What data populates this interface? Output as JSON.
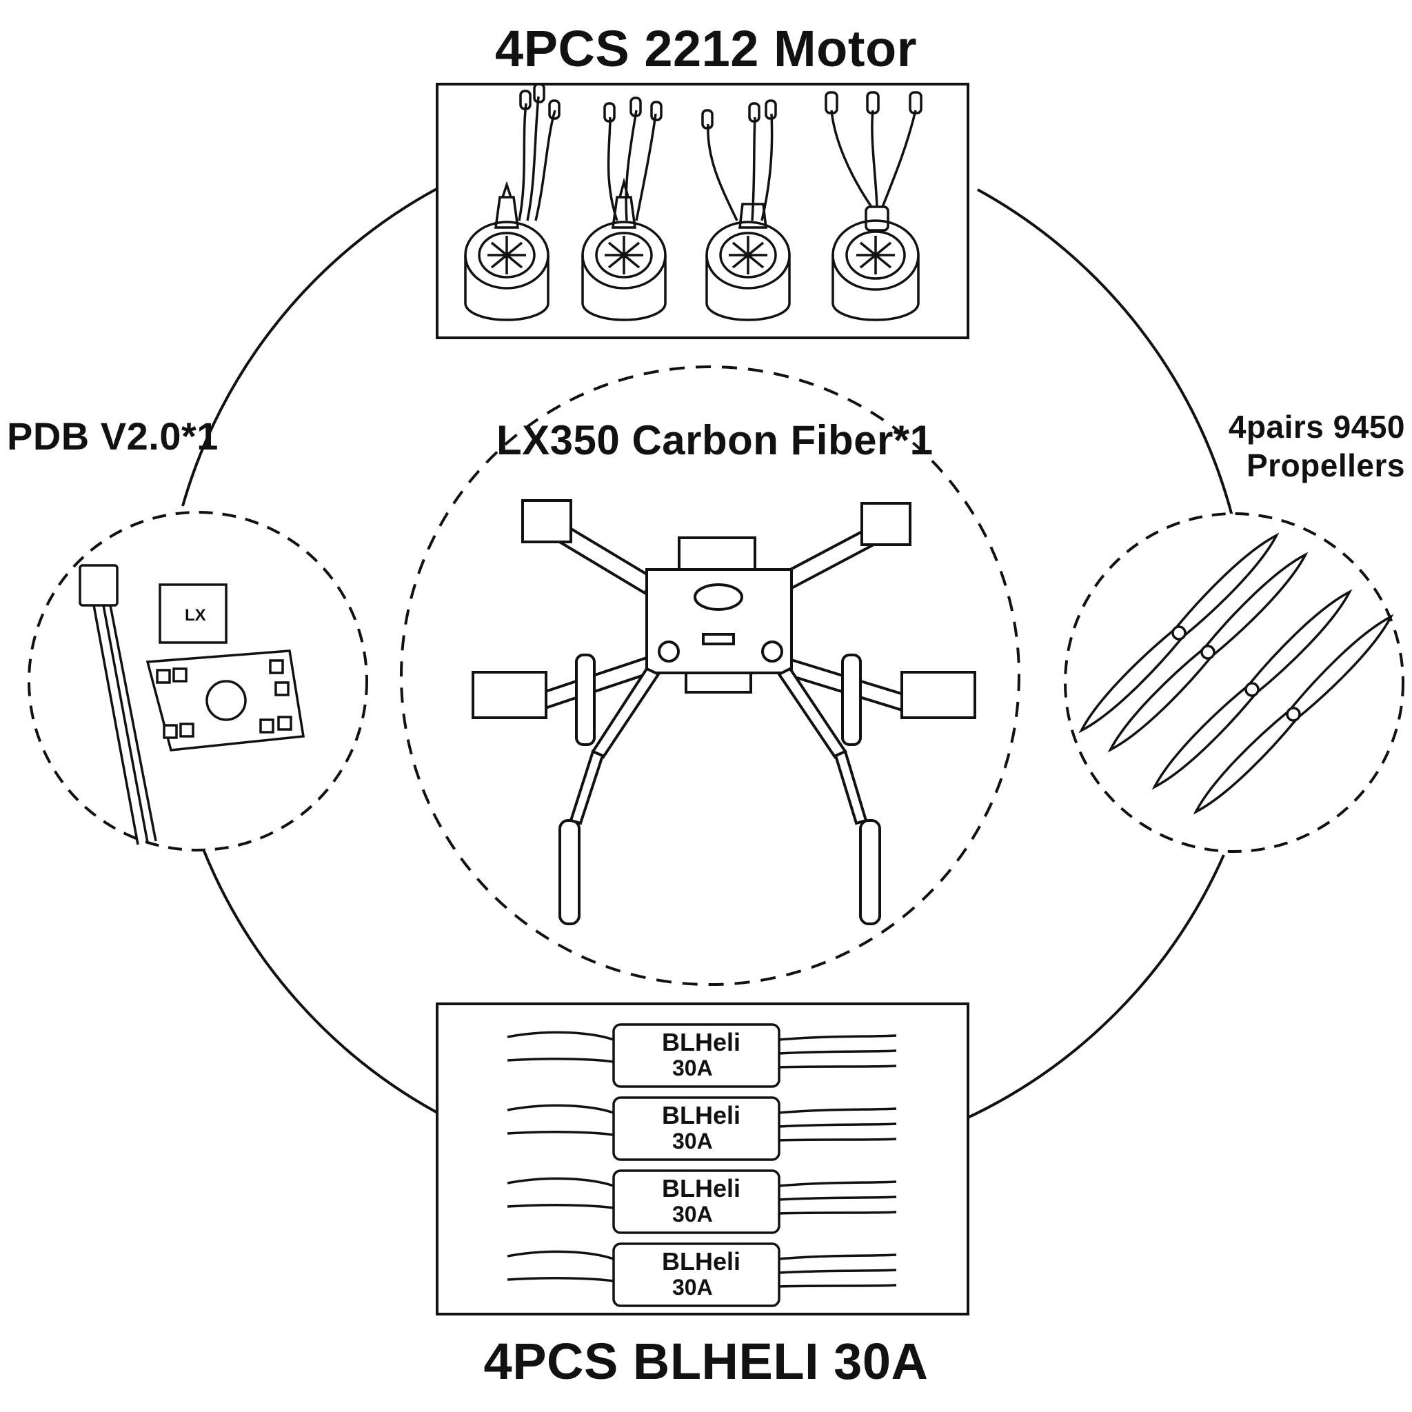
{
  "labels": {
    "motors": "4PCS 2212 Motor",
    "pdb": "PDB V2.0*1",
    "frame": "LX350 Carbon Fiber*1",
    "propellers_line1": "4pairs 9450",
    "propellers_line2": "Propellers",
    "esc": "4PCS BLHELI 30A"
  },
  "items": [
    {
      "name": "motors",
      "quantity": 4,
      "count_drawn": 4
    },
    {
      "name": "pdb",
      "quantity": 1
    },
    {
      "name": "frame",
      "quantity": 1
    },
    {
      "name": "propellers",
      "quantity": 4
    },
    {
      "name": "esc",
      "quantity": 4,
      "count_drawn": 4
    }
  ],
  "esc_print": {
    "line1": "BLHeli",
    "line2": "30A"
  },
  "pdb_print": "LX",
  "colors": {
    "ink": "#111111",
    "background": "#ffffff"
  }
}
